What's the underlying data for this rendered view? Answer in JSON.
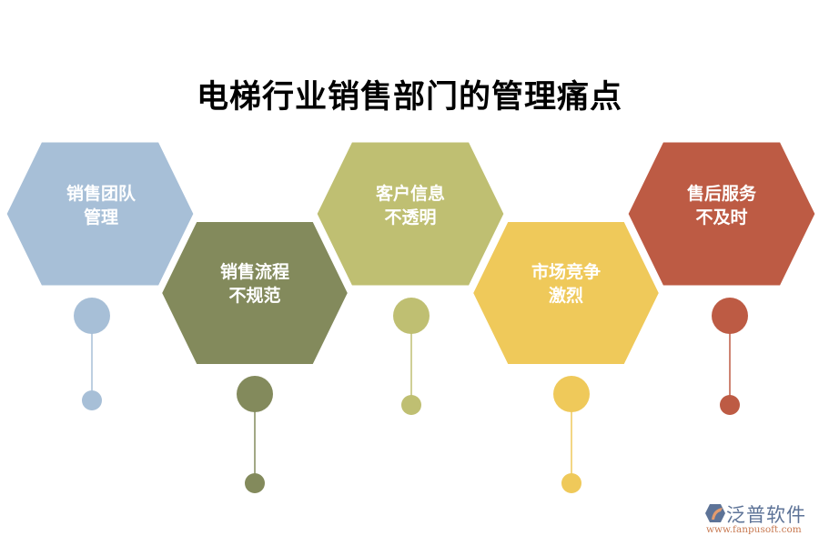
{
  "title": "电梯行业销售部门的管理痛点",
  "items": [
    {
      "line1": "销售团队",
      "line2": "管理",
      "color": "#a7bfd7"
    },
    {
      "line1": "销售流程",
      "line2": "不规范",
      "color": "#838a5c"
    },
    {
      "line1": "客户信息",
      "line2": "不透明",
      "color": "#bfbf72"
    },
    {
      "line1": "市场竞争",
      "line2": "激烈",
      "color": "#efc95a"
    },
    {
      "line1": "售后服务",
      "line2": "不及时",
      "color": "#bd5b44"
    }
  ],
  "logo": {
    "name": "泛普软件",
    "url": "www.fanpusoft.com",
    "icon": "fanpu-logo-icon"
  }
}
